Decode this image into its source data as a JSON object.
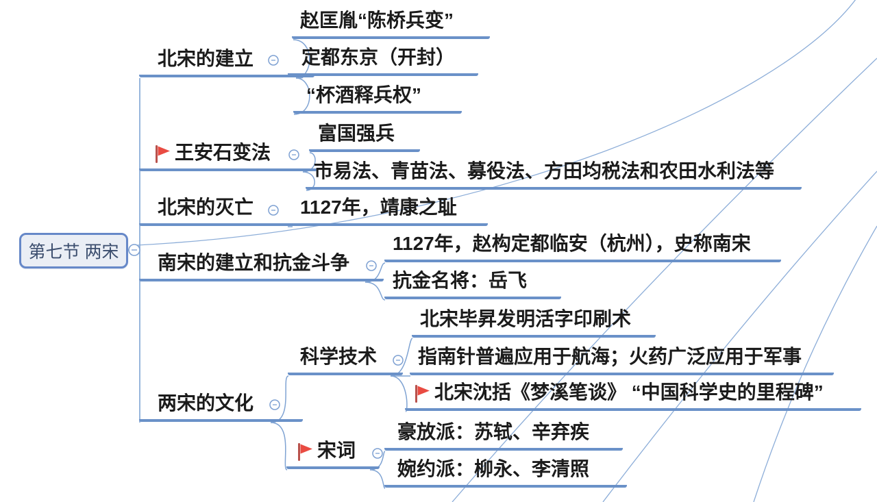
{
  "root": {
    "label": "第七节 两宋"
  },
  "branches": [
    {
      "label": "北宋的建立",
      "children": [
        {
          "label": "赵匡胤“陈桥兵变”"
        },
        {
          "label": "定都东京（开封）"
        },
        {
          "label": "“杯酒释兵权”"
        }
      ]
    },
    {
      "label": "王安石变法",
      "flag": true,
      "children": [
        {
          "label": "富国强兵"
        },
        {
          "label": "市易法、青苗法、募役法、方田均税法和农田水利法等"
        }
      ]
    },
    {
      "label": "北宋的灭亡",
      "children": [
        {
          "label": "1127年，靖康之耻"
        }
      ]
    },
    {
      "label": "南宋的建立和抗金斗争",
      "children": [
        {
          "label": "1127年，赵构定都临安（杭州），史称南宋"
        },
        {
          "label": "抗金名将：岳飞"
        }
      ]
    },
    {
      "label": "两宋的文化",
      "children": [
        {
          "label": "科学技术",
          "children": [
            {
              "label": "北宋毕昇发明活字印刷术"
            },
            {
              "label": "指南针普遍应用于航海；火药广泛应用于军事"
            },
            {
              "label": "北宋沈括《梦溪笔谈》 “中国科学史的里程碑”",
              "flag": true
            }
          ]
        },
        {
          "label": "宋词",
          "flag": true,
          "children": [
            {
              "label": "豪放派：苏轼、辛弃疾"
            },
            {
              "label": "婉约派：柳永、李清照"
            }
          ]
        }
      ]
    }
  ],
  "icons": {
    "flag_icon": "red-pennant-flag",
    "collapse_icon": "minus-circle"
  },
  "colors": {
    "underline": "#6a91c8",
    "connector": "#7fa3d3",
    "stray_curve": "#8cadd8",
    "flag_red": "#e94b42",
    "flag_pole": "#b9524c",
    "root_border": "#6688c8",
    "root_fill": "#eaeef5",
    "root_text": "#3c4e6e",
    "node_text": "#1b1b1b"
  }
}
